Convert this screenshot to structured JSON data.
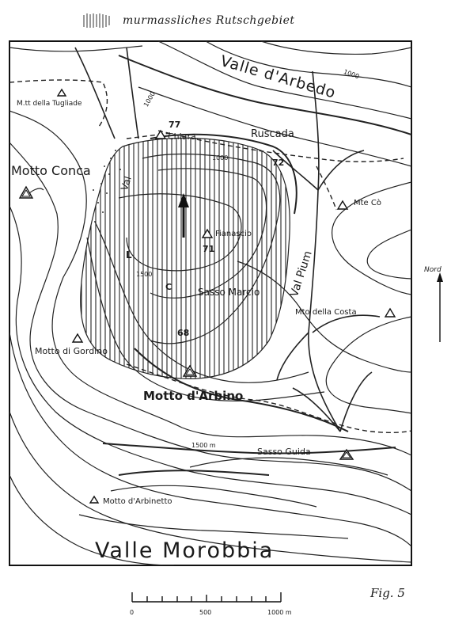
{
  "legend": {
    "label": "murmassliches Rutschgebiet"
  },
  "places": {
    "valle_arbedo": "Valle d'Arbedo",
    "mtt_tugliade": "M.tt della Tugliade",
    "motto_conca": "Motto Conca",
    "chiara": "Chiara",
    "ruscada": "Ruscada",
    "mte_co": "Mte Cò",
    "fianascio": "Fianascio",
    "sasso_marcio": "Sasso Marcio",
    "val_pium": "Val Pium",
    "mto_costa": "Mto della Costa",
    "motto_gordino": "Motto di Gordino",
    "motto_arbino": "Motto d'Arbino",
    "sasso_guida": "Sasso Guida",
    "motto_arbinetto": "Motto d'Arbinetto",
    "valle_morobbia": "Valle Morobbia",
    "val_vertical": "Val"
  },
  "labels": {
    "n77": "77",
    "n72": "72",
    "n71": "71",
    "n68": "68",
    "c": "C",
    "l": "L",
    "e1000a": "1000",
    "e1000b": "1000",
    "e1000c": "1000",
    "e1500a": "1500",
    "e1500b": "1500 m"
  },
  "north": {
    "label": "Nord"
  },
  "scale": {
    "ticks": [
      "0",
      "500",
      "1000 m"
    ]
  },
  "figure": {
    "label": "Fig. 5"
  }
}
